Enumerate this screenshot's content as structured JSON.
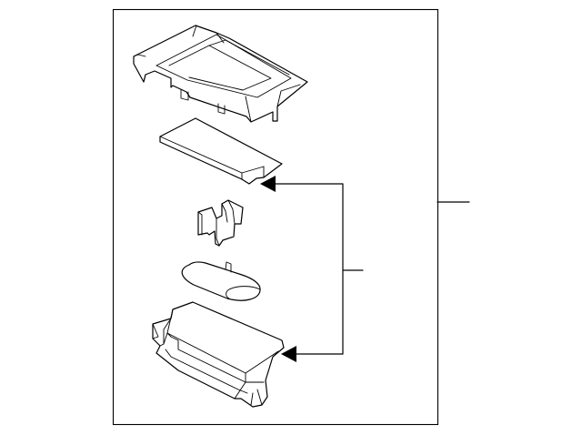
{
  "diagram": {
    "parts": [
      {
        "name": "console-lid-trim-panel"
      },
      {
        "name": "console-mat-pad"
      },
      {
        "name": "retaining-clip"
      },
      {
        "name": "oval-mat-insert"
      },
      {
        "name": "storage-bin-box"
      }
    ],
    "callouts": [
      {
        "name": "main-callout"
      },
      {
        "name": "sub-assembly-callout"
      }
    ],
    "colors": {
      "line": "#000000",
      "background": "#ffffff"
    }
  }
}
